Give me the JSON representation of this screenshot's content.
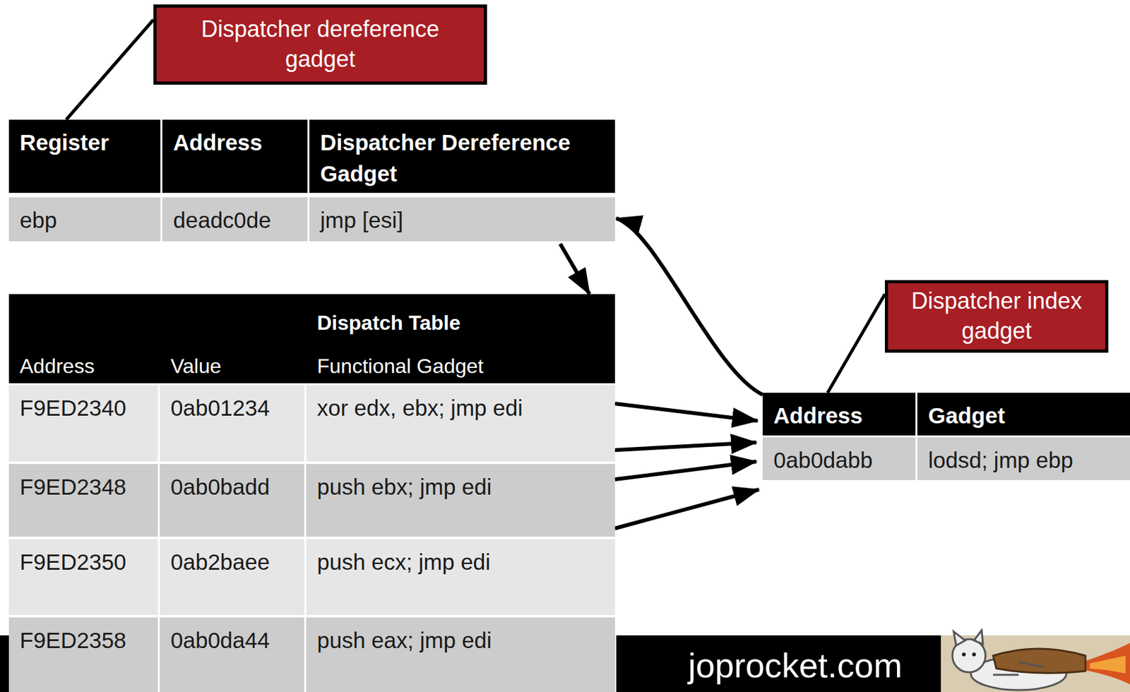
{
  "diagram": {
    "nodes": [
      {
        "text": [
          "Dispatcher dereference gadget"
        ]
      },
      {
        "text": [
          "Register",
          "Address",
          "Dispatcher Dereference Gadget",
          "ebp",
          "deadc0de",
          "jmp [esi]"
        ]
      },
      {
        "text": [
          "Dispatch Table",
          "Address",
          "Value",
          "Functional Gadget"
        ]
      },
      {
        "text": [
          "F9ED2340",
          "0ab01234",
          "xor edx, ebx; jmp edi"
        ],
        "in": 2
      },
      {
        "text": [
          "F9ED2348",
          "0ab0badd",
          "push ebx; jmp edi"
        ],
        "in": 2
      },
      {
        "text": [
          "F9ED2350",
          "0ab2baee",
          "push ecx; jmp edi"
        ],
        "in": 2
      },
      {
        "text": [
          "F9ED2358",
          "0ab0da44",
          "push eax; jmp edi"
        ],
        "in": 2
      },
      {
        "text": [
          "Dispatcher index gadget"
        ]
      },
      {
        "text": [
          "Address",
          "Gadget",
          "0ab0dabb",
          "lodsd; jmp ebp"
        ]
      },
      {
        "text": [
          "joprocket.com"
        ]
      }
    ],
    "edges": [
      {
        "from": 0,
        "to": 1,
        "arrow": "none"
      },
      {
        "from": 1,
        "to": 2,
        "arrow": "to"
      },
      {
        "from": 3,
        "to": 8,
        "arrow": "to"
      },
      {
        "from": 3,
        "to": 8,
        "arrow": "to"
      },
      {
        "from": 4,
        "to": 8,
        "arrow": "to"
      },
      {
        "from": 4,
        "to": 8,
        "arrow": "to"
      },
      {
        "from": 8,
        "to": 1,
        "arrow": "to"
      },
      {
        "from": 7,
        "to": 8,
        "arrow": "none"
      }
    ]
  }
}
